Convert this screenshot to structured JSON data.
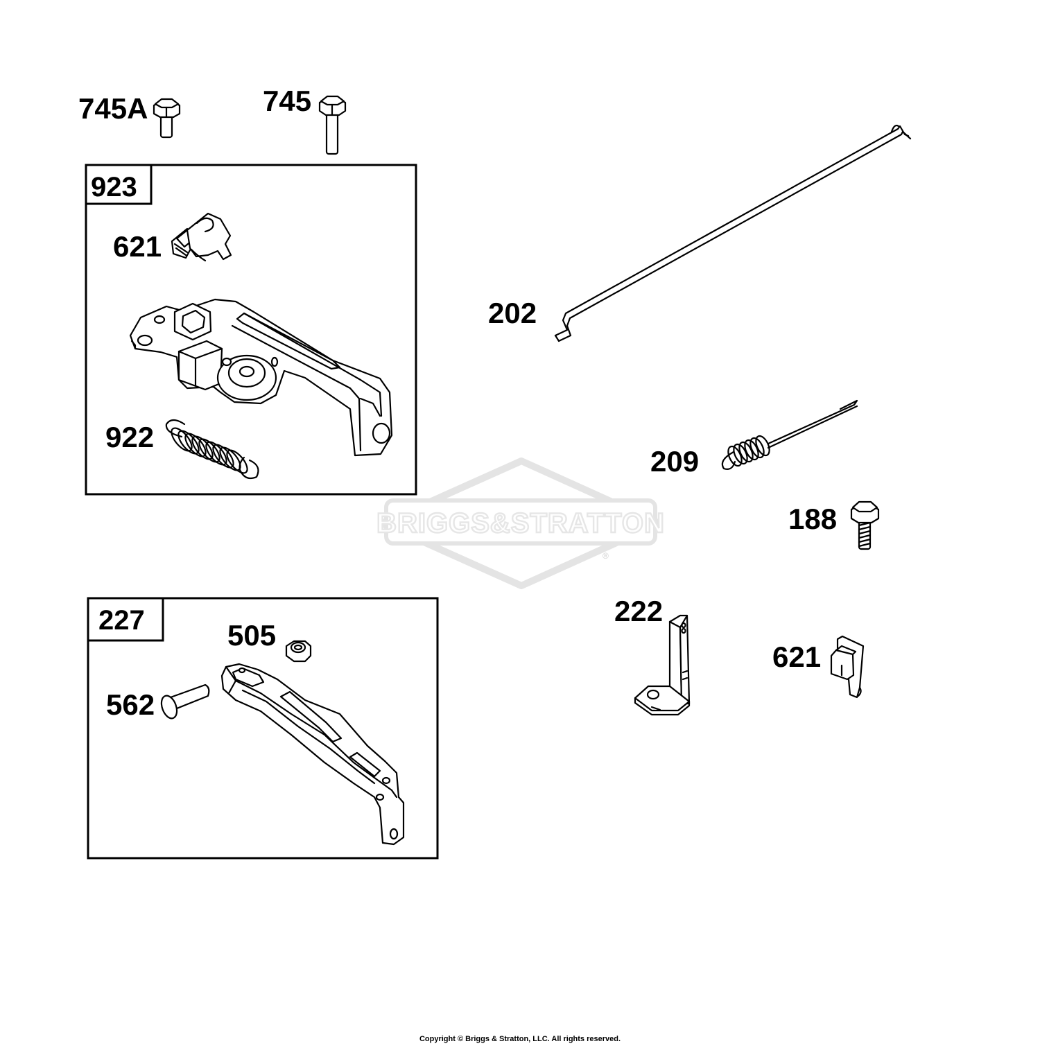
{
  "watermark": {
    "brand": "BRIGGS&STRATTON",
    "mark": "®"
  },
  "assemblies": [
    {
      "id": "923",
      "contains": [
        "621",
        "922"
      ]
    },
    {
      "id": "227",
      "contains": [
        "505",
        "562"
      ]
    }
  ],
  "labels": {
    "p745A": "745A",
    "p745": "745",
    "p923": "923",
    "p621a": "621",
    "p922": "922",
    "p202": "202",
    "p209": "209",
    "p188": "188",
    "p227": "227",
    "p505": "505",
    "p562": "562",
    "p222": "222",
    "p621b": "621"
  },
  "copyright": "Copyright © Briggs & Stratton, LLC. All rights reserved."
}
